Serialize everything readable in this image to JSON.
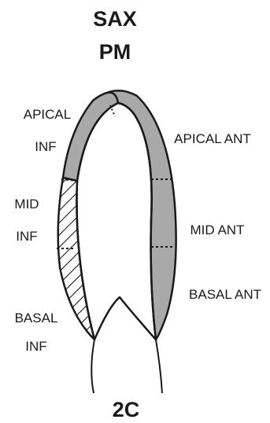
{
  "title": {
    "line1": "SAX",
    "line2": "PM"
  },
  "view_label": "2C",
  "segments": {
    "apical_inf": {
      "line1": "APICAL",
      "line2": "INF"
    },
    "mid_inf": {
      "line1": "MID",
      "line2": "INF"
    },
    "basal_inf": {
      "line1": "BASAL",
      "line2": "INF"
    },
    "apical_ant": "APICAL ANT",
    "mid_ant": "MID ANT",
    "basal_ant": "BASAL ANT"
  },
  "colors": {
    "outline": "#1a1a1a",
    "shaded_segment": "#a9a9a9",
    "background": "#ffffff"
  }
}
